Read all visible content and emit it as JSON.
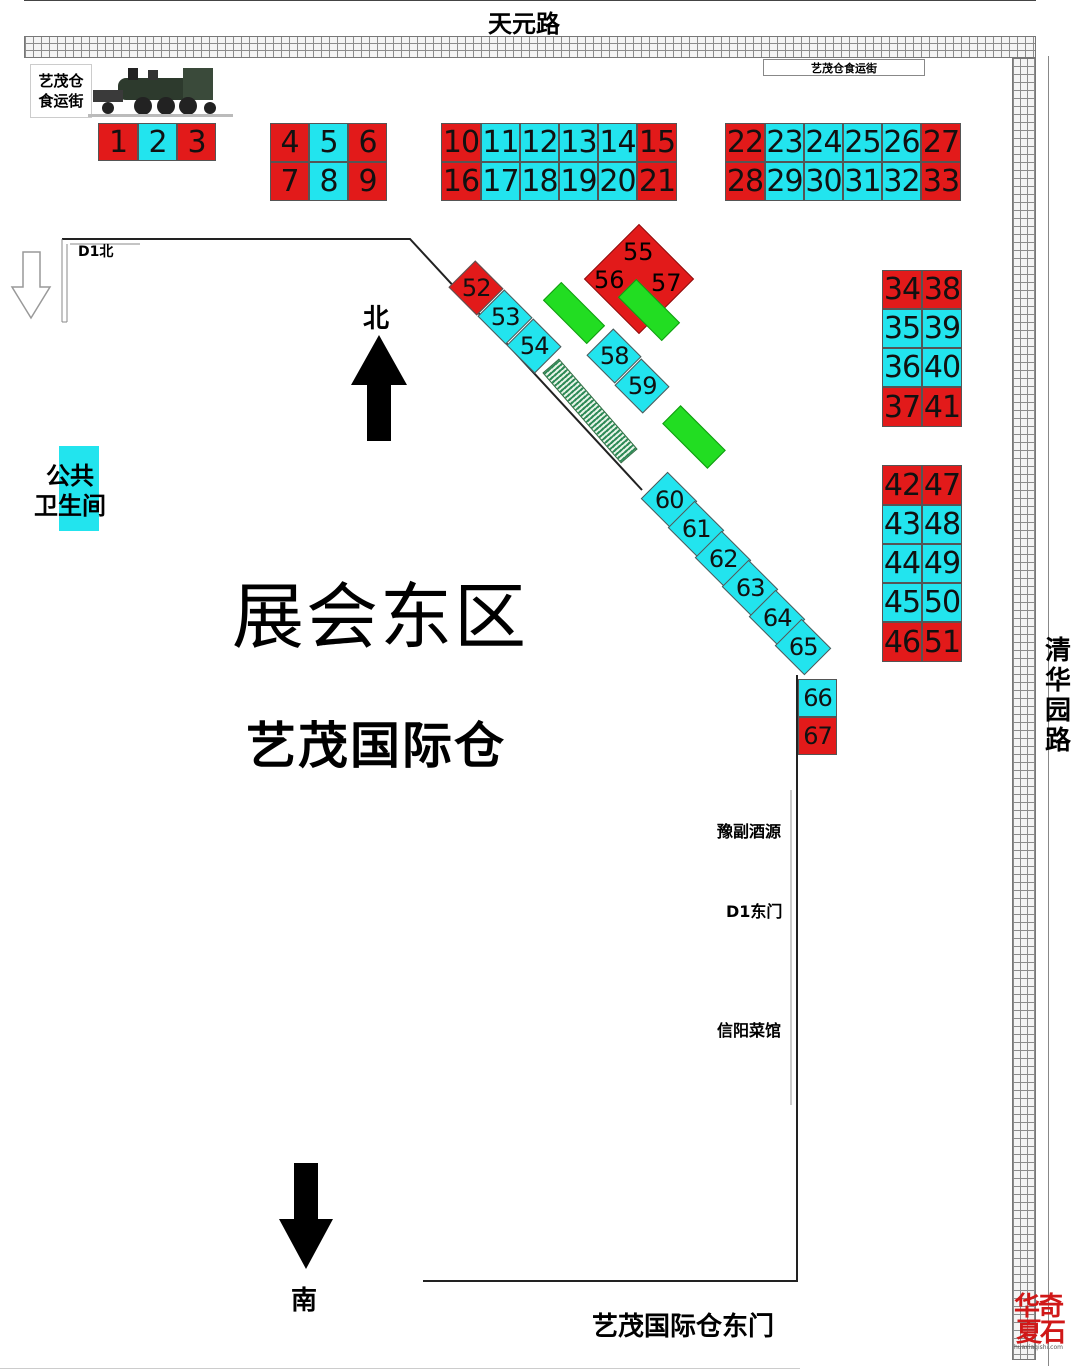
{
  "roads": {
    "north": "天元路",
    "east": "清华园路"
  },
  "venue": {
    "food_street_sign": "艺茂仓食运街",
    "logo_text": "艺茂仓\n食运街",
    "area_title": "展会东区",
    "area_name": "艺茂国际仓",
    "east_gate": "艺茂国际仓东门"
  },
  "compass": {
    "north": "北",
    "south": "南"
  },
  "landmarks": {
    "d1_north": "D1北",
    "toilet": "公共\n卫生间",
    "shop_1": "豫副酒源",
    "d1_east": "D1东门",
    "shop_2": "信阳菜馆"
  },
  "legend_colors": {
    "red_booth": "#e21a1a",
    "cyan_booth": "#22e4ee",
    "green_block": "#22dd22"
  },
  "booths": {
    "row_1_3": [
      "1",
      "2",
      "3"
    ],
    "group_4_9": [
      "4",
      "5",
      "6",
      "7",
      "8",
      "9"
    ],
    "group_10_21_top": [
      "10",
      "11",
      "12",
      "13",
      "14",
      "15"
    ],
    "group_10_21_bottom": [
      "16",
      "17",
      "18",
      "19",
      "20",
      "21"
    ],
    "group_22_33_top": [
      "22",
      "23",
      "24",
      "25",
      "26",
      "27"
    ],
    "group_22_33_bottom": [
      "28",
      "29",
      "30",
      "31",
      "32",
      "33"
    ],
    "east_upper_left": [
      "34",
      "35",
      "36",
      "37"
    ],
    "east_upper_right": [
      "38",
      "39",
      "40",
      "41"
    ],
    "east_lower_left": [
      "42",
      "43",
      "44",
      "45",
      "46"
    ],
    "east_lower_right": [
      "47",
      "48",
      "49",
      "50",
      "51"
    ],
    "diagonal_upper": [
      "52",
      "53",
      "54"
    ],
    "diamond": [
      "55",
      "56",
      "57"
    ],
    "pair": [
      "58",
      "59"
    ],
    "diagonal_lower": [
      "60",
      "61",
      "62",
      "63",
      "64",
      "65"
    ],
    "east_gate_pair": [
      "66",
      "67"
    ]
  },
  "watermark": {
    "line_1": "华奇",
    "line_2": "夏石",
    "site": "huaxiaqishi.com"
  }
}
